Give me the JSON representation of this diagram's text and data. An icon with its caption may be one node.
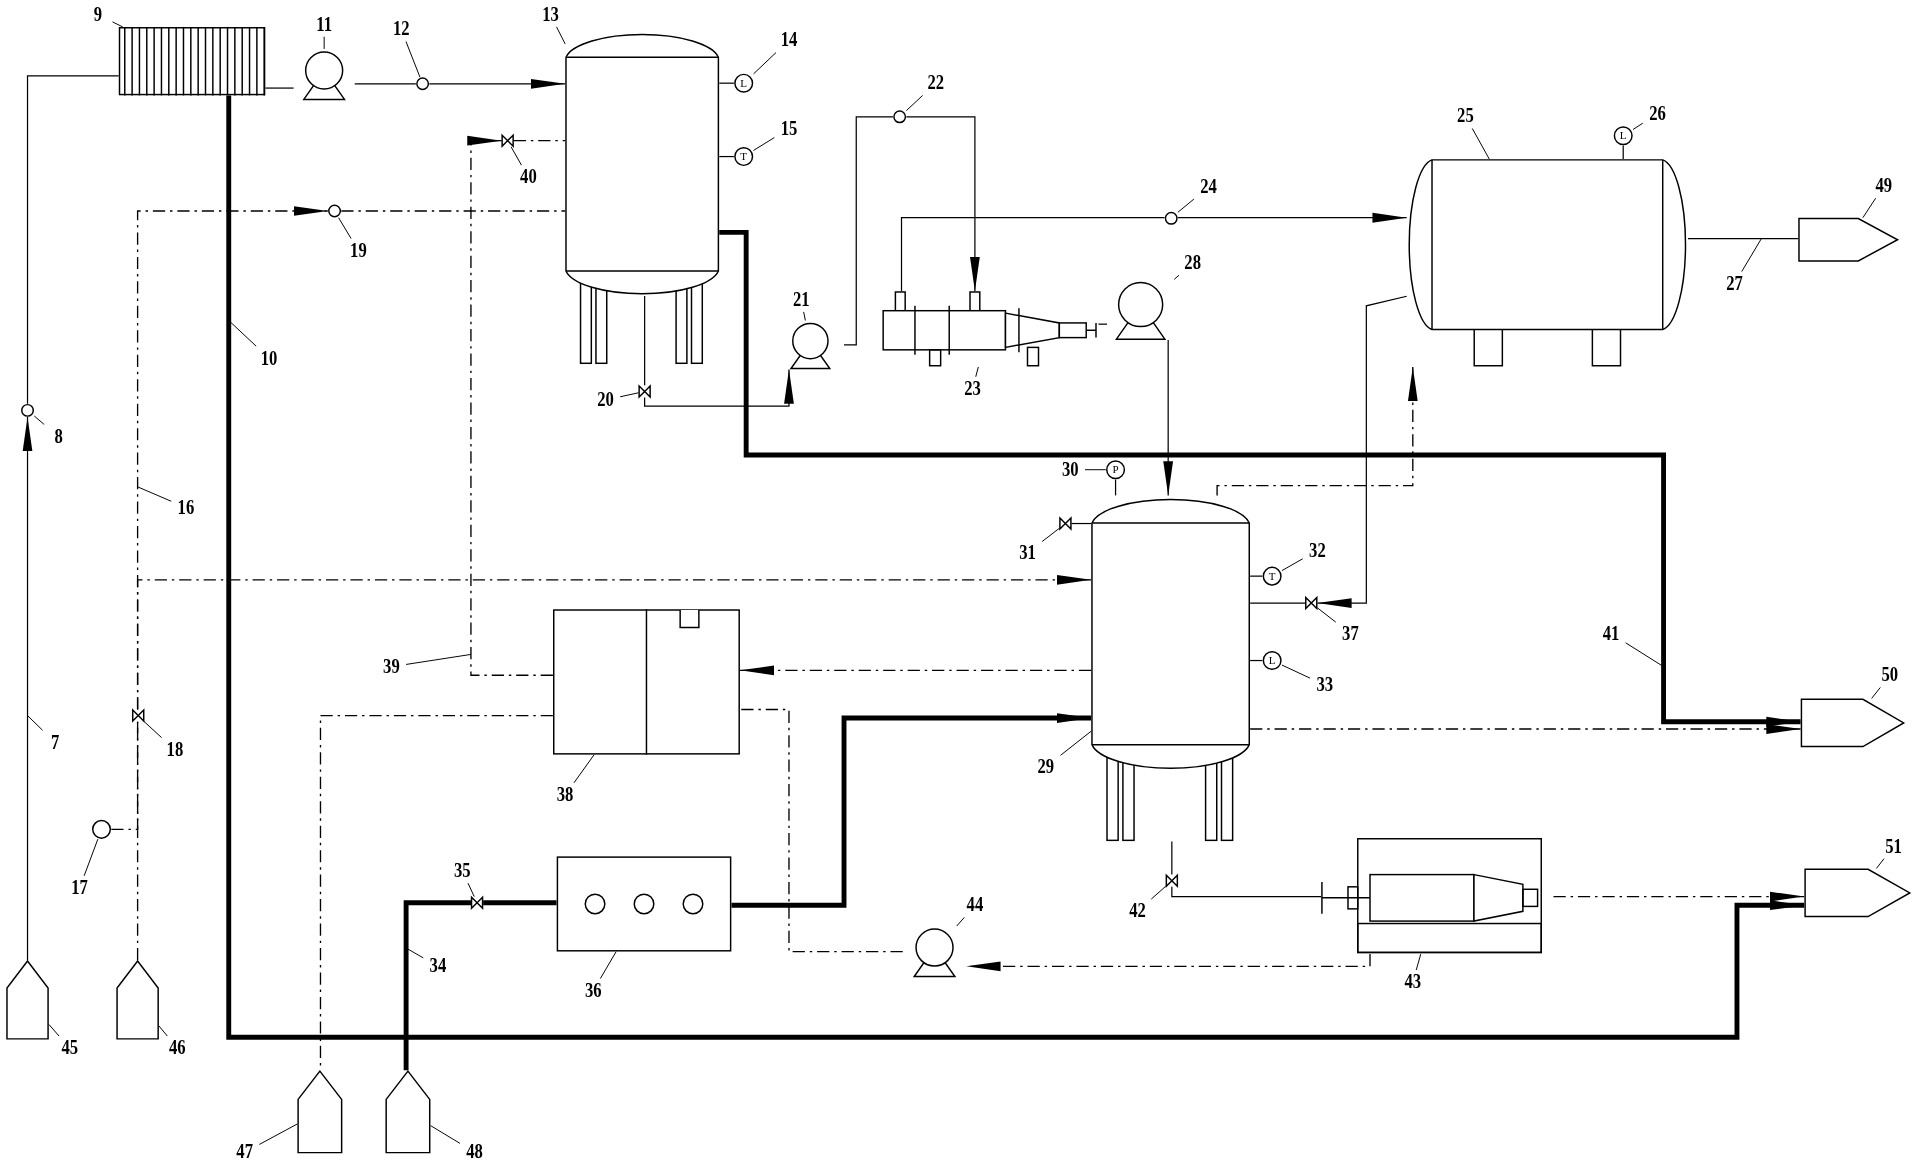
{
  "diagram": {
    "nodes": [
      {
        "text": [],
        "shape": "pentagon"
      },
      {
        "text": [],
        "shape": "pentagon"
      },
      {
        "text": [],
        "shape": "circle"
      },
      {
        "text": [],
        "shape": "box"
      },
      {
        "text": [],
        "shape": "pump"
      },
      {
        "text": [],
        "shape": "circle"
      },
      {
        "text": [],
        "shape": "cylinder"
      },
      {
        "text": [
          "L"
        ]
      },
      {
        "text": [
          "T"
        ]
      },
      {
        "text": [],
        "shape": "circle"
      },
      {
        "text": [],
        "shape": "valve"
      },
      {
        "text": [],
        "shape": "circle"
      },
      {
        "text": [],
        "shape": "valve"
      },
      {
        "text": [],
        "shape": "valve"
      },
      {
        "text": [],
        "shape": "pump"
      },
      {
        "text": [],
        "shape": "circle"
      },
      {
        "text": [],
        "shape": "picture"
      },
      {
        "text": [],
        "shape": "circle"
      },
      {
        "text": [],
        "shape": "cylinder"
      },
      {
        "text": [
          "L"
        ]
      },
      {
        "text": [],
        "shape": "pump"
      },
      {
        "text": [],
        "shape": "cylinder"
      },
      {
        "text": [
          "P"
        ]
      },
      {
        "text": [],
        "shape": "valve"
      },
      {
        "text": [
          "T"
        ]
      },
      {
        "text": [
          "L"
        ]
      },
      {
        "text": [],
        "shape": "valve"
      },
      {
        "text": [],
        "shape": "box"
      },
      {
        "text": [],
        "shape": "box"
      },
      {
        "text": [],
        "shape": "valve"
      },
      {
        "text": [],
        "shape": "valve"
      },
      {
        "text": [],
        "shape": "picture"
      },
      {
        "text": [],
        "shape": "pump"
      },
      {
        "text": [],
        "shape": "pentagon"
      },
      {
        "text": [],
        "shape": "pentagon"
      },
      {
        "text": [],
        "shape": "pentagon"
      },
      {
        "text": [],
        "shape": "pentagon"
      },
      {
        "text": [],
        "shape": "pentagon"
      },
      {
        "text": [
          "7"
        ]
      },
      {
        "text": [
          "8"
        ]
      },
      {
        "text": [
          "9"
        ]
      },
      {
        "text": [
          "10"
        ]
      },
      {
        "text": [
          "11"
        ]
      },
      {
        "text": [
          "12"
        ]
      },
      {
        "text": [
          "13"
        ]
      },
      {
        "text": [
          "14"
        ]
      },
      {
        "text": [
          "15"
        ]
      },
      {
        "text": [
          "16"
        ]
      },
      {
        "text": [
          "17"
        ]
      },
      {
        "text": [
          "18"
        ]
      },
      {
        "text": [
          "19"
        ]
      },
      {
        "text": [
          "20"
        ]
      },
      {
        "text": [
          "21"
        ]
      },
      {
        "text": [
          "22"
        ]
      },
      {
        "text": [
          "23"
        ]
      },
      {
        "text": [
          "24"
        ]
      },
      {
        "text": [
          "25"
        ]
      },
      {
        "text": [
          "26"
        ]
      },
      {
        "text": [
          "27"
        ]
      },
      {
        "text": [
          "28"
        ]
      },
      {
        "text": [
          "29"
        ]
      },
      {
        "text": [
          "30"
        ]
      },
      {
        "text": [
          "31"
        ]
      },
      {
        "text": [
          "32"
        ]
      },
      {
        "text": [
          "33"
        ]
      },
      {
        "text": [
          "34"
        ]
      },
      {
        "text": [
          "35"
        ]
      },
      {
        "text": [
          "36"
        ]
      },
      {
        "text": [
          "37"
        ]
      },
      {
        "text": [
          "38"
        ]
      },
      {
        "text": [
          "39"
        ]
      },
      {
        "text": [
          "40"
        ]
      },
      {
        "text": [
          "41"
        ]
      },
      {
        "text": [
          "42"
        ]
      },
      {
        "text": [
          "43"
        ]
      },
      {
        "text": [
          "44"
        ]
      },
      {
        "text": [
          "45"
        ]
      },
      {
        "text": [
          "46"
        ]
      },
      {
        "text": [
          "47"
        ]
      },
      {
        "text": [
          "48"
        ]
      },
      {
        "text": [
          "49"
        ]
      },
      {
        "text": [
          "50"
        ]
      },
      {
        "text": [
          "51"
        ]
      }
    ],
    "edges": [
      {
        "from": 0,
        "to": 2,
        "arrow": "to"
      },
      {
        "from": 2,
        "to": 3,
        "arrow": "none"
      },
      {
        "from": 3,
        "to": 4,
        "arrow": "none"
      },
      {
        "from": 4,
        "to": 5,
        "arrow": "none"
      },
      {
        "from": 5,
        "to": 6,
        "arrow": "to"
      },
      {
        "from": 3,
        "to": 37,
        "arrow": "to",
        "style": "thick"
      },
      {
        "from": 1,
        "to": 10,
        "arrow": "none",
        "style": "dashed"
      },
      {
        "from": 9,
        "to": 10,
        "arrow": "none",
        "style": "dashed"
      },
      {
        "from": 10,
        "to": 11,
        "arrow": "to",
        "style": "dashed"
      },
      {
        "from": 11,
        "to": 6,
        "arrow": "none",
        "style": "dashed"
      },
      {
        "from": 10,
        "to": 21,
        "arrow": "to",
        "style": "dashed"
      },
      {
        "from": 6,
        "to": 13,
        "arrow": "none"
      },
      {
        "from": 13,
        "to": 14,
        "arrow": "to"
      },
      {
        "from": 14,
        "to": 15,
        "arrow": "none"
      },
      {
        "from": 15,
        "to": 16,
        "arrow": "to"
      },
      {
        "from": 16,
        "to": 17,
        "arrow": "none"
      },
      {
        "from": 17,
        "to": 18,
        "arrow": "to"
      },
      {
        "from": 16,
        "to": 20,
        "arrow": "none"
      },
      {
        "from": 20,
        "to": 21,
        "arrow": "to"
      },
      {
        "from": 6,
        "to": 36,
        "arrow": "to",
        "style": "thick"
      },
      {
        "from": 21,
        "to": 36,
        "arrow": "to",
        "style": "dashed"
      },
      {
        "from": 21,
        "to": 18,
        "arrow": "to",
        "style": "dashed"
      },
      {
        "from": 18,
        "to": 26,
        "arrow": "to"
      },
      {
        "from": 26,
        "to": 21,
        "arrow": "none"
      },
      {
        "from": 18,
        "to": 35,
        "arrow": "none"
      },
      {
        "from": 21,
        "to": 27,
        "arrow": "to",
        "style": "dashed"
      },
      {
        "from": 27,
        "to": 12,
        "arrow": "to",
        "style": "dashed"
      },
      {
        "from": 12,
        "to": 6,
        "arrow": "none",
        "style": "dashed"
      },
      {
        "from": 27,
        "to": 33,
        "arrow": "none",
        "style": "dashed"
      },
      {
        "from": 34,
        "to": 29,
        "arrow": "none",
        "style": "thick"
      },
      {
        "from": 29,
        "to": 28,
        "arrow": "none",
        "style": "thick"
      },
      {
        "from": 28,
        "to": 21,
        "arrow": "to",
        "style": "thick"
      },
      {
        "from": 21,
        "to": 30,
        "arrow": "none"
      },
      {
        "from": 30,
        "to": 31,
        "arrow": "none"
      },
      {
        "from": 31,
        "to": 32,
        "arrow": "to",
        "style": "dashed"
      },
      {
        "from": 32,
        "to": 27,
        "arrow": "none",
        "style": "dashed"
      },
      {
        "from": 31,
        "to": 37,
        "arrow": "to",
        "style": "dashed"
      },
      {
        "from": 23,
        "to": 21,
        "arrow": "none"
      },
      {
        "from": 7,
        "to": 6,
        "arrow": "none"
      },
      {
        "from": 8,
        "to": 6,
        "arrow": "none"
      },
      {
        "from": 19,
        "to": 18,
        "arrow": "none"
      },
      {
        "from": 22,
        "to": 21,
        "arrow": "none"
      },
      {
        "from": 24,
        "to": 21,
        "arrow": "none"
      },
      {
        "from": 25,
        "to": 21,
        "arrow": "none"
      },
      {
        "from": 38,
        "to": null,
        "arrow": "none"
      },
      {
        "from": 39,
        "to": 2,
        "arrow": "none"
      },
      {
        "from": 40,
        "to": 3,
        "arrow": "none"
      },
      {
        "from": 41,
        "to": null,
        "arrow": "none"
      },
      {
        "from": 42,
        "to": 4,
        "arrow": "none"
      },
      {
        "from": 43,
        "to": 5,
        "arrow": "none"
      },
      {
        "from": 44,
        "to": 6,
        "arrow": "none"
      },
      {
        "from": 45,
        "to": 7,
        "arrow": "none"
      },
      {
        "from": 46,
        "to": 8,
        "arrow": "none"
      },
      {
        "from": 47,
        "to": null,
        "arrow": "none"
      },
      {
        "from": 48,
        "to": 9,
        "arrow": "none"
      },
      {
        "from": 49,
        "to": 10,
        "arrow": "none"
      },
      {
        "from": 50,
        "to": 11,
        "arrow": "none"
      },
      {
        "from": 51,
        "to": 13,
        "arrow": "none"
      },
      {
        "from": 52,
        "to": 14,
        "arrow": "none"
      },
      {
        "from": 53,
        "to": 15,
        "arrow": "none"
      },
      {
        "from": 54,
        "to": 16,
        "arrow": "none"
      },
      {
        "from": 55,
        "to": 17,
        "arrow": "none"
      },
      {
        "from": 56,
        "to": 18,
        "arrow": "none"
      },
      {
        "from": 57,
        "to": 19,
        "arrow": "none"
      },
      {
        "from": 58,
        "to": null,
        "arrow": "none"
      },
      {
        "from": 59,
        "to": 20,
        "arrow": "none"
      },
      {
        "from": 60,
        "to": 21,
        "arrow": "none"
      },
      {
        "from": 61,
        "to": 22,
        "arrow": "none"
      },
      {
        "from": 62,
        "to": 23,
        "arrow": "none"
      },
      {
        "from": 63,
        "to": 24,
        "arrow": "none"
      },
      {
        "from": 64,
        "to": 25,
        "arrow": "none"
      },
      {
        "from": 65,
        "to": null,
        "arrow": "none"
      },
      {
        "from": 66,
        "to": 29,
        "arrow": "none"
      },
      {
        "from": 67,
        "to": 28,
        "arrow": "none"
      },
      {
        "from": 68,
        "to": 26,
        "arrow": "none"
      },
      {
        "from": 69,
        "to": 27,
        "arrow": "none"
      },
      {
        "from": 70,
        "to": null,
        "arrow": "none"
      },
      {
        "from": 71,
        "to": 12,
        "arrow": "none"
      },
      {
        "from": 72,
        "to": null,
        "arrow": "none"
      },
      {
        "from": 73,
        "to": 30,
        "arrow": "none"
      },
      {
        "from": 74,
        "to": 31,
        "arrow": "none"
      },
      {
        "from": 75,
        "to": 32,
        "arrow": "none"
      },
      {
        "from": 76,
        "to": 0,
        "arrow": "none"
      },
      {
        "from": 77,
        "to": 1,
        "arrow": "none"
      },
      {
        "from": 78,
        "to": 33,
        "arrow": "none"
      },
      {
        "from": 79,
        "to": 34,
        "arrow": "none"
      },
      {
        "from": 80,
        "to": 35,
        "arrow": "none"
      },
      {
        "from": 81,
        "to": 36,
        "arrow": "none"
      },
      {
        "from": 82,
        "to": 37,
        "arrow": "none"
      }
    ]
  }
}
